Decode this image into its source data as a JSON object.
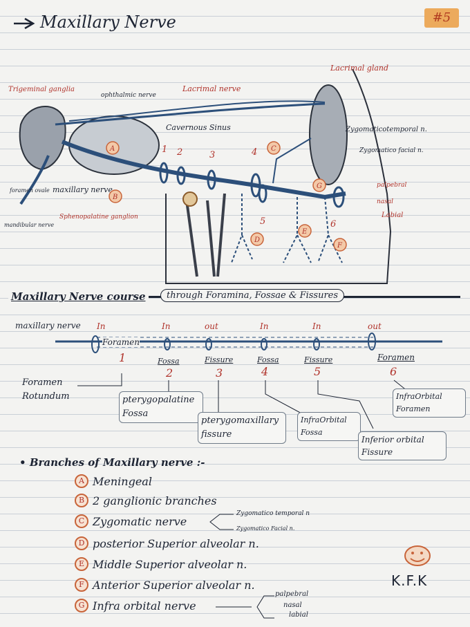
{
  "header": {
    "title": "Maxillary Nerve",
    "page_number": "#5"
  },
  "diagram_labels": {
    "trigeminal_ganglion": "Trigeminal ganglia",
    "ophthalmic_nerve": "ophthalmic nerve",
    "lacrimal_nerve": "Lacrimal nerve",
    "lacrimal_gland": "Lacrimal gland",
    "cavernous_sinus": "Cavernous Sinus",
    "zygomaticotemporal": "Zygomaticotemporal n.",
    "zygomaticofacial": "Zygomatico facial n.",
    "foramen_ovale": "foramen ovale",
    "maxillary_nerve": "maxillary nerve",
    "mandibular_nerve": "mandibular nerve",
    "sphenopalatine_ganglion": "Sphenopalatine ganglion",
    "palpebral": "palpebral",
    "nasal": "nasal",
    "labial": "Labial",
    "numbers": [
      "1",
      "2",
      "3",
      "4",
      "5",
      "6"
    ],
    "letters": [
      "A",
      "B",
      "C",
      "D",
      "E",
      "F",
      "G"
    ]
  },
  "course": {
    "heading": "Maxillary Nerve course",
    "subheading": "through Foramina, Fossae & Fissures",
    "nerve_label": "maxillary nerve",
    "directions": [
      "In",
      "In",
      "out",
      "In",
      "In",
      "out"
    ],
    "types": [
      "Foramen",
      "Fossa",
      "Fissure",
      "Fossa",
      "Fissure",
      "Foramen"
    ],
    "numbers": [
      "1",
      "2",
      "3",
      "4",
      "5",
      "6"
    ],
    "names": [
      "Foramen Rotundum",
      "pterygopalatine Fossa",
      "pterygomaxillary fissure",
      "InfraOrbital Fossa",
      "Inferior orbital Fissure",
      "InfraOrbital Foramen"
    ]
  },
  "branches": {
    "heading": "Branches of Maxillary nerve :-",
    "items": [
      {
        "letter": "A",
        "text": "Meningeal"
      },
      {
        "letter": "B",
        "text": "2 ganglionic branches"
      },
      {
        "letter": "C",
        "text": "Zygomatic nerve"
      },
      {
        "letter": "D",
        "text": "posterior Superior alveolar n."
      },
      {
        "letter": "E",
        "text": "Middle Superior alveolar n."
      },
      {
        "letter": "F",
        "text": "Anterior Superior alveolar n."
      },
      {
        "letter": "G",
        "text": "Infra orbital nerve"
      }
    ],
    "zygomatic_subs": [
      "Zygomatico temporal n",
      "Zygomatico Facial n."
    ],
    "infraorbital_subs": [
      "palpebral",
      "nasal",
      "labial"
    ]
  },
  "signature": "K.F.K",
  "colors": {
    "ink": "#1d2433",
    "red": "#b0322a",
    "nerve_blue": "#2c4f7a",
    "accent_orange": "#e98a3a"
  }
}
